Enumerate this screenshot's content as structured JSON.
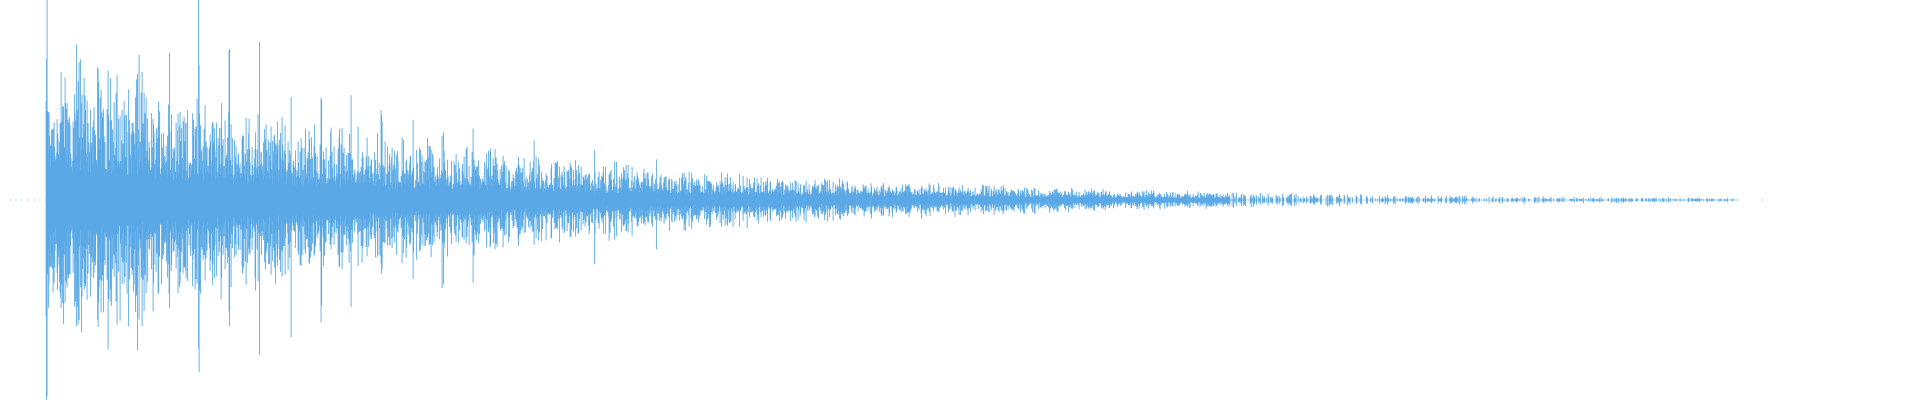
{
  "waveform": {
    "color": "#5aa9e6",
    "background": "#ffffff",
    "onset_fraction": 0.024,
    "silence_after_fraction": 0.905,
    "peak_amplitude": 0.88,
    "decay": "exponential",
    "transient_count": 8
  }
}
